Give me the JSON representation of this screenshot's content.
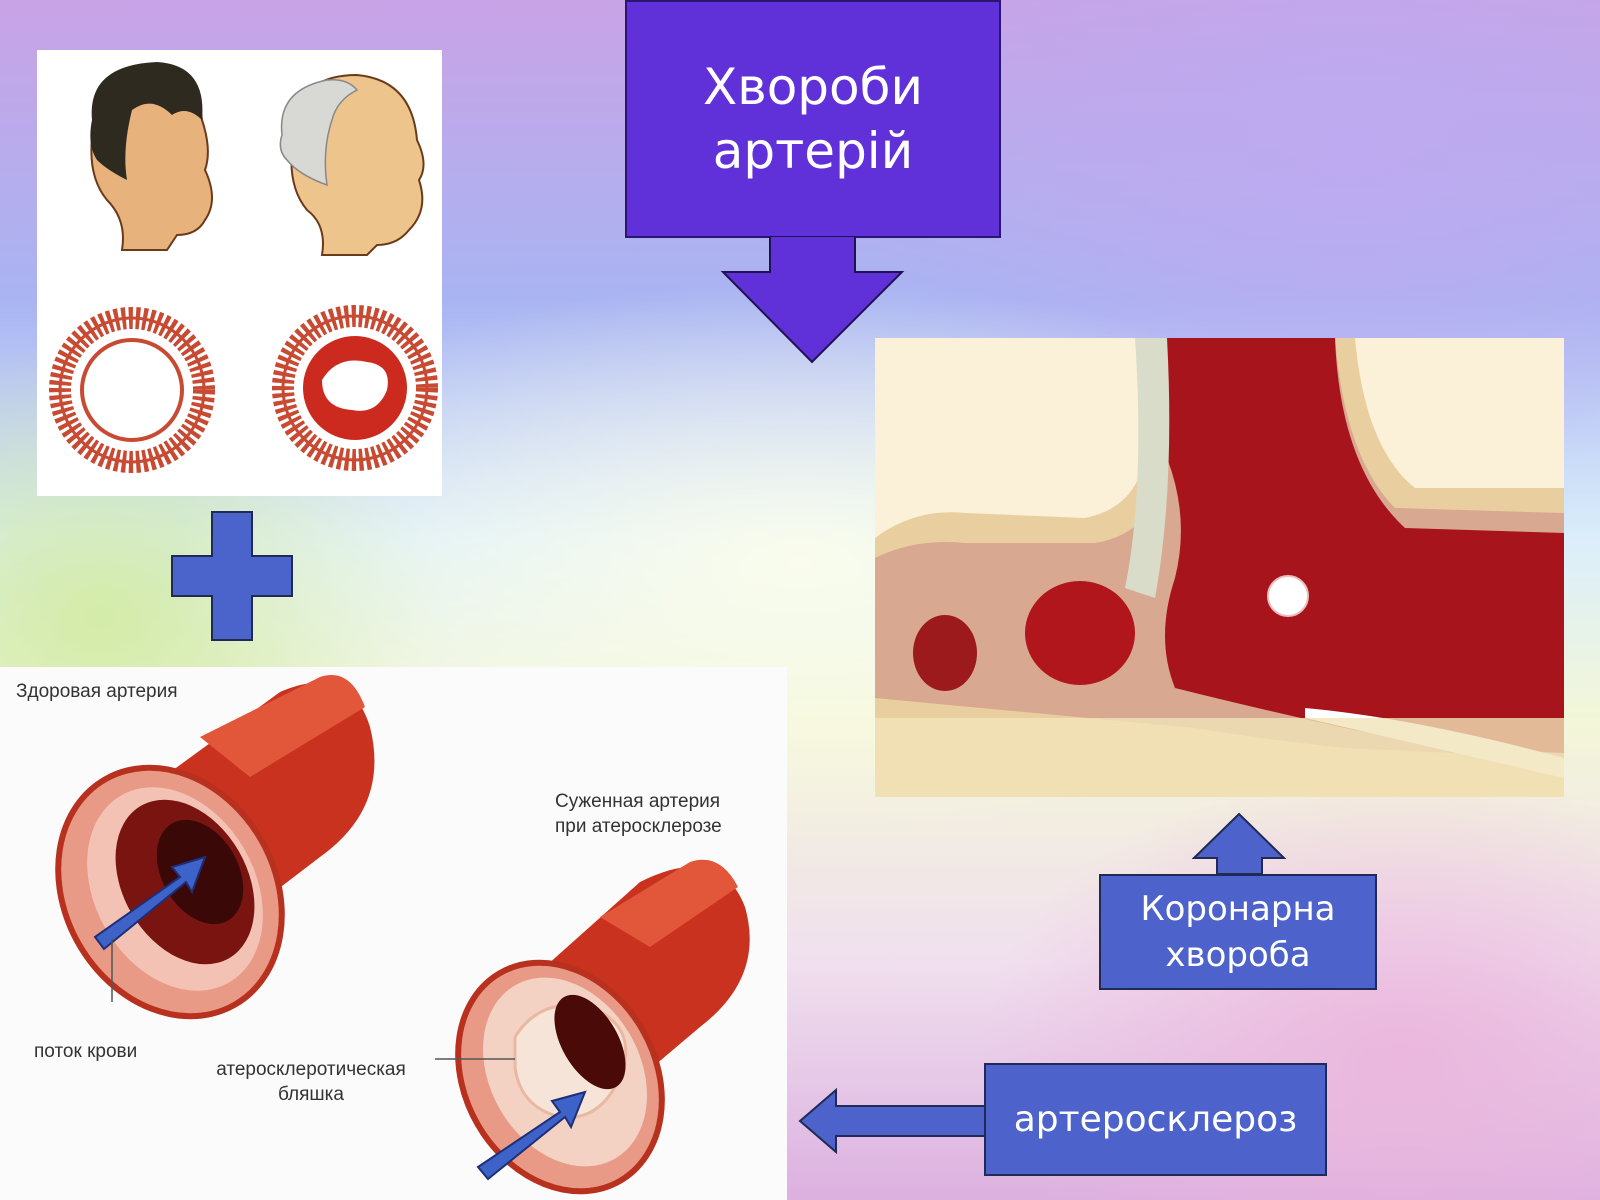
{
  "title": {
    "line1": "Хвороби",
    "line2": "артерій"
  },
  "coronary": {
    "line1": "Коронарна",
    "line2": "хвороба"
  },
  "atherosclerosis": "артеросклероз",
  "diagram": {
    "healthy": "Здоровая артерия",
    "narrowed_line1": "Суженная артерия",
    "narrowed_line2": "при атеросклерозе",
    "blood_flow": "поток крови",
    "plaque_line1": "атеросклеротическая",
    "plaque_line2": "бляшка"
  },
  "colors": {
    "title_box": "#6030d8",
    "label_box": "#4e62cc",
    "plus": "#4a64cc",
    "artery_red": "#c8321e",
    "tissue_red": "#a8141c"
  }
}
